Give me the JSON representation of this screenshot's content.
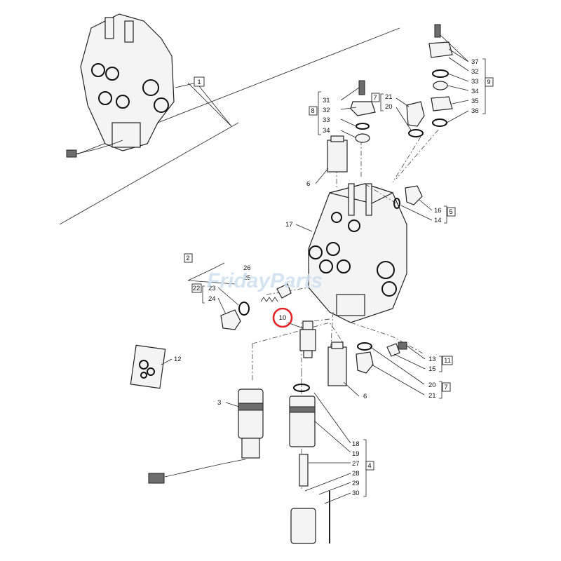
{
  "watermark": "FridayParts",
  "highlight": {
    "label": "10",
    "color": "#e0262b"
  },
  "labels": {
    "l1": "1",
    "l2": "2",
    "l3": "3",
    "l4": "4",
    "l5": "5",
    "l6a": "6",
    "l6b": "6",
    "l7a": "7",
    "l7b": "7",
    "l8": "8",
    "l9": "9",
    "l11": "11",
    "l12": "12",
    "l13": "13",
    "l14": "14",
    "l15": "15",
    "l16": "16",
    "l17": "17",
    "l18": "18",
    "l19": "19",
    "l20a": "20",
    "l20b": "20",
    "l21a": "21",
    "l21b": "21",
    "l22": "22",
    "l23": "23",
    "l24": "24",
    "l25": "25",
    "l26": "26",
    "l27": "27",
    "l28": "28",
    "l29": "29",
    "l30": "30",
    "l31": "31",
    "l32a": "32",
    "l32b": "32",
    "l33a": "33",
    "l33b": "33",
    "l34a": "34",
    "l34b": "34",
    "l35": "35",
    "l36": "36",
    "l37": "37"
  }
}
